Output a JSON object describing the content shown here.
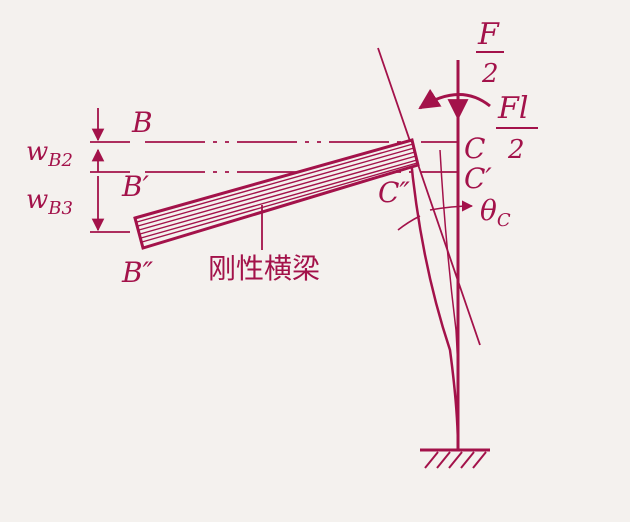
{
  "labels": {
    "F": "F",
    "two_a": "2",
    "Fl": "Fl",
    "two_b": "2",
    "B": "B",
    "B_prime": "B′",
    "B_dprime": "B″",
    "C": "C",
    "C_prime": "C′",
    "C_dprime": "C″",
    "wB2": "w",
    "wB2_sub": "B2",
    "wB3": "w",
    "wB3_sub": "B3",
    "theta": "θ",
    "theta_sub": "C",
    "beam_caption": "刚性横梁"
  },
  "colors": {
    "ink": "#a3124a",
    "background": "#f4f1ee"
  }
}
